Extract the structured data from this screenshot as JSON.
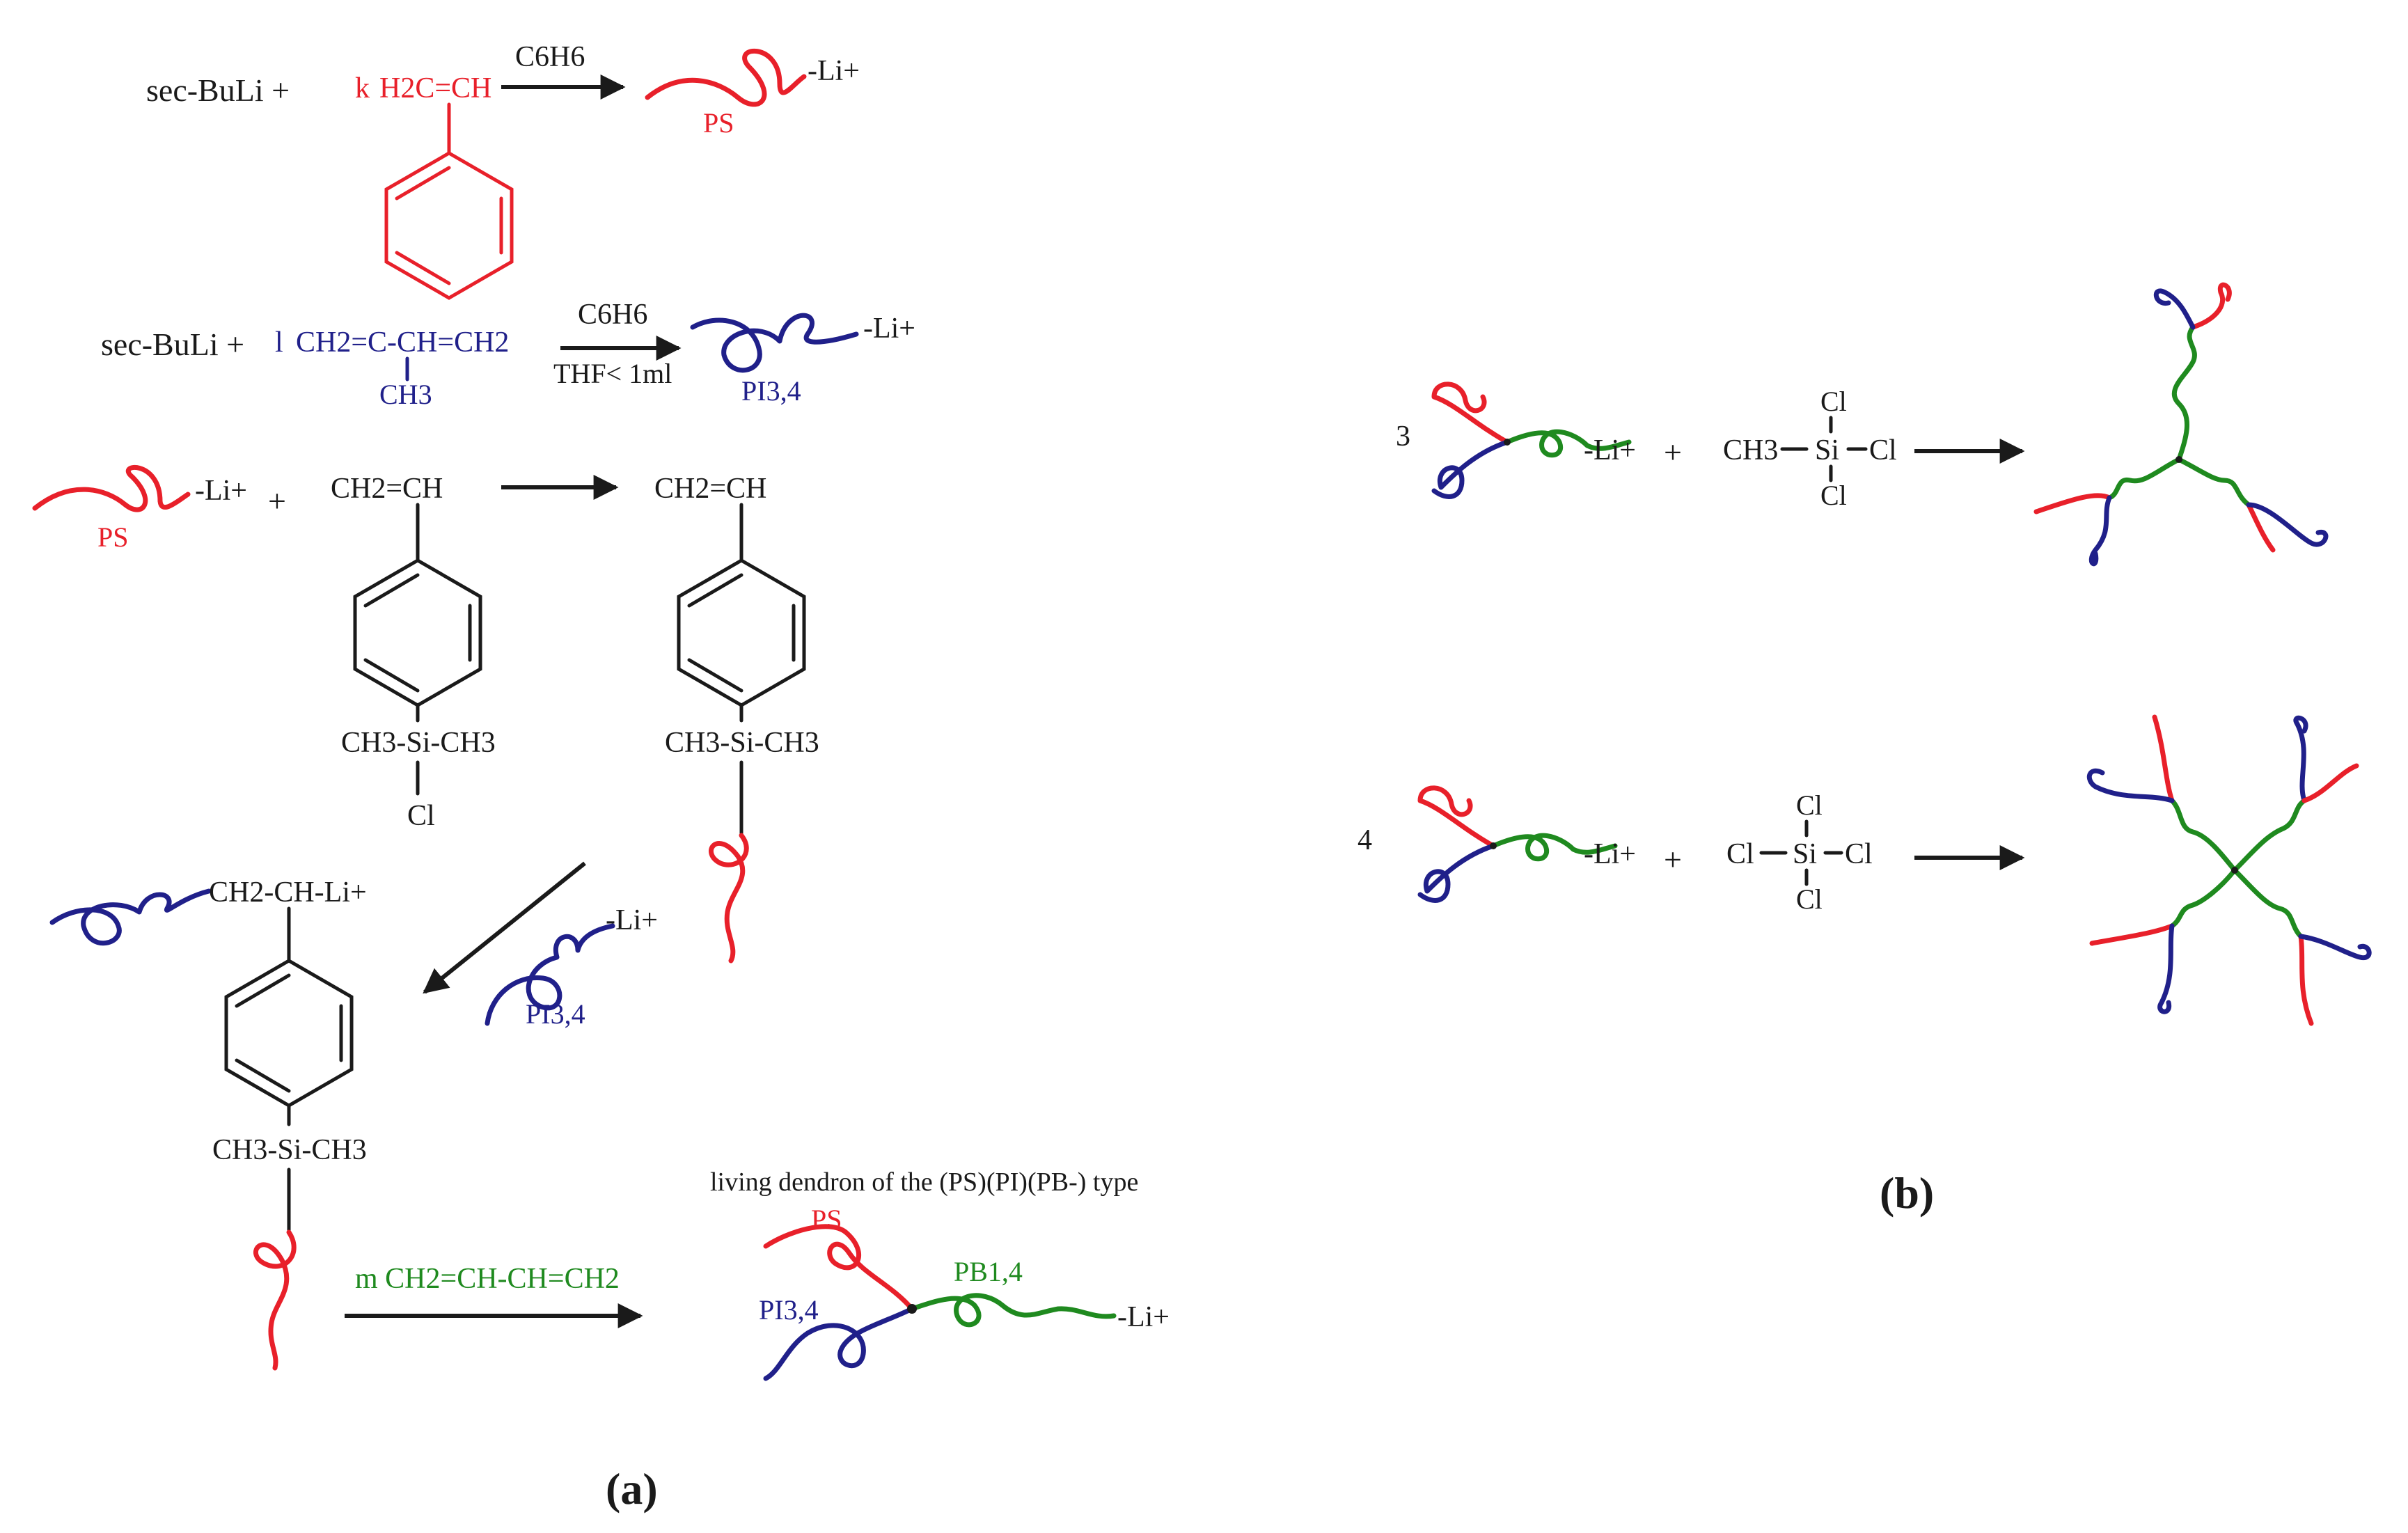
{
  "panel_a": {
    "label": "(a)",
    "r1": {
      "reagent": "sec-BuLi +",
      "k": "k",
      "monomer": "H2C=CH",
      "cond": "C6H6",
      "chain": "PS",
      "ion": "-Li+"
    },
    "r2": {
      "reagent": "sec-BuLi +",
      "coef": "l",
      "monomer": "CH2=C-CH=CH2",
      "sub": "CH3",
      "cond1": "C6H6",
      "cond2": "THF< 1ml",
      "chain": "PI3,4",
      "ion": "-Li+"
    },
    "r3": {
      "chain": "PS",
      "ion": "-Li+",
      "plus": "+",
      "vinyl": "CH2=CH",
      "silyl": "CH3-Si-CH3",
      "cl": "Cl",
      "p_vinyl": "CH2=CH",
      "p_silyl": "CH3-Si-CH3"
    },
    "r4": {
      "top": "CH2-CH-Li+",
      "silyl": "CH3-Si-CH3",
      "added_chain": "PI3,4",
      "added_ion": "-Li+"
    },
    "r5": {
      "monomer": "m CH2=CH-CH=CH2",
      "caption": "living dendron of the (PS)(PI)(PB-) type",
      "ps": "PS",
      "pi": "PI3,4",
      "pb": "PB1,4",
      "ion": "-Li+"
    }
  },
  "panel_b": {
    "label": "(b)",
    "row1": {
      "coef": "3",
      "ion": "-Li+",
      "plus": "+",
      "cl_top": "Cl",
      "left": "CH3",
      "si": "Si",
      "cl_right": "Cl",
      "cl_bottom": "Cl"
    },
    "row2": {
      "coef": "4",
      "ion": "-Li+",
      "plus": "+",
      "cl_top": "Cl",
      "left": "Cl",
      "si": "Si",
      "cl_right": "Cl",
      "cl_bottom": "Cl"
    }
  }
}
